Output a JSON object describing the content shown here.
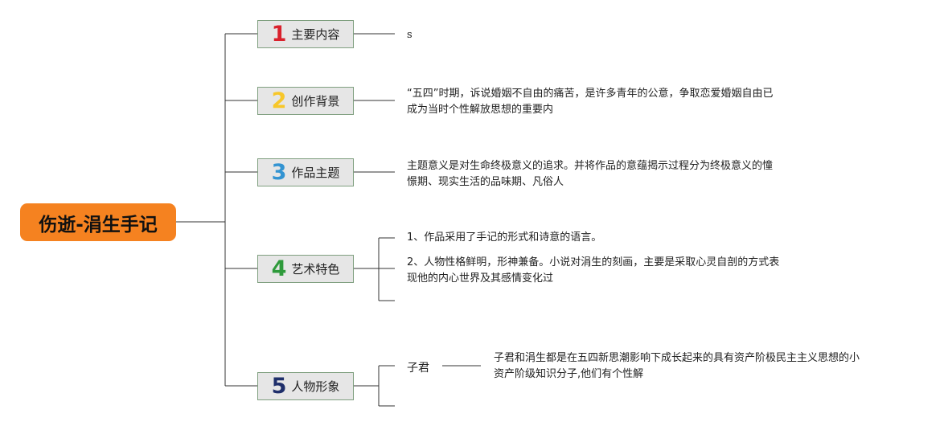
{
  "root": {
    "label": "伤逝-涓生手记",
    "color": "#f58220"
  },
  "branches": [
    {
      "number": "1",
      "label": "主要内容",
      "color": "#d9212c"
    },
    {
      "number": "2",
      "label": "创作背景",
      "color": "#f7c72a"
    },
    {
      "number": "3",
      "label": "作品主题",
      "color": "#3394d2"
    },
    {
      "number": "4",
      "label": "艺术特色",
      "color": "#2e9a3b"
    },
    {
      "number": "5",
      "label": "人物形象",
      "color": "#1f2f6b"
    }
  ],
  "leaves": {
    "content": [
      "s"
    ],
    "background": [
      "“五四”时期，诉说婚姻不自由的痛苦，是许多青年的公意，争取恋爱婚姻自由已",
      "成为当时个性解放思想的重要内"
    ],
    "theme": [
      "主题意义是对生命终极意义的追求。并将作品的意蕴揭示过程分为终极意义的憧",
      "憬期、现实生活的品味期、凡俗人"
    ],
    "art_1": [
      "1、作品采用了手记的形式和诗意的语言。"
    ],
    "art_2": [
      "2、人物性格鲜明，形神兼备。小说对涓生的刻画，主要是采取心灵自剖的方式表",
      "现他的内心世界及其感情变化过"
    ],
    "character_sub": "子君",
    "character_desc": [
      "子君和涓生都是在五四新思潮影响下成长起来的具有资产阶极民主主义思想的小",
      "资产阶级知识分子,他们有个性解"
    ]
  }
}
